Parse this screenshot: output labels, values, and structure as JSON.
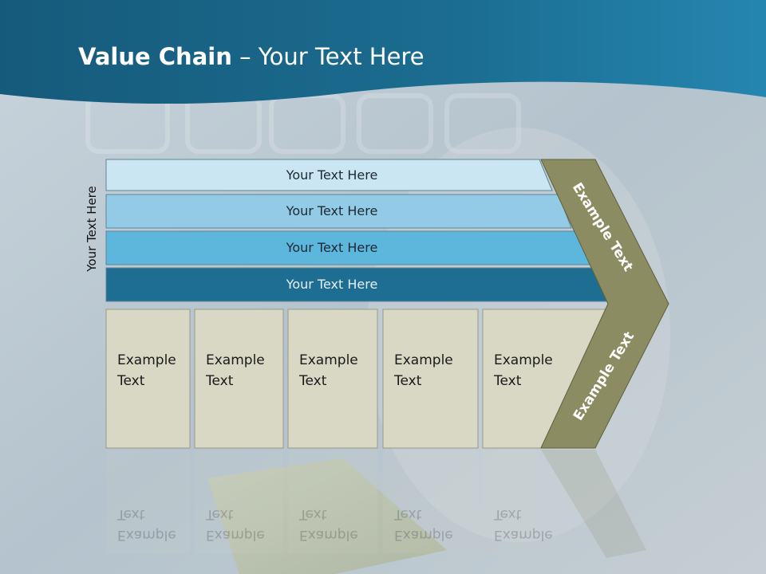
{
  "title": {
    "bold": "Value Chain",
    "rest": " – Your Text Here"
  },
  "side_label": "Your Text Here",
  "bands": [
    {
      "label": "Your Text Here",
      "color": "#cbe6f3"
    },
    {
      "label": "Your Text Here",
      "color": "#93cbe6"
    },
    {
      "label": "Your Text Here",
      "color": "#5db6dc"
    },
    {
      "label": "Your Text Here",
      "color": "#1d6e92"
    }
  ],
  "boxes": [
    {
      "line1": "Example",
      "line2": "Text"
    },
    {
      "line1": "Example",
      "line2": "Text"
    },
    {
      "line1": "Example",
      "line2": "Text"
    },
    {
      "line1": "Example",
      "line2": "Text"
    },
    {
      "line1": "Example",
      "line2": "Text"
    }
  ],
  "chevron": {
    "upper_label": "Example Text",
    "lower_label": "Example Text",
    "color": "#8b8c62"
  },
  "colors": {
    "header": "#1e6b8e",
    "box_fill": "#d8d8c5",
    "box_stroke": "#9a9a86"
  }
}
